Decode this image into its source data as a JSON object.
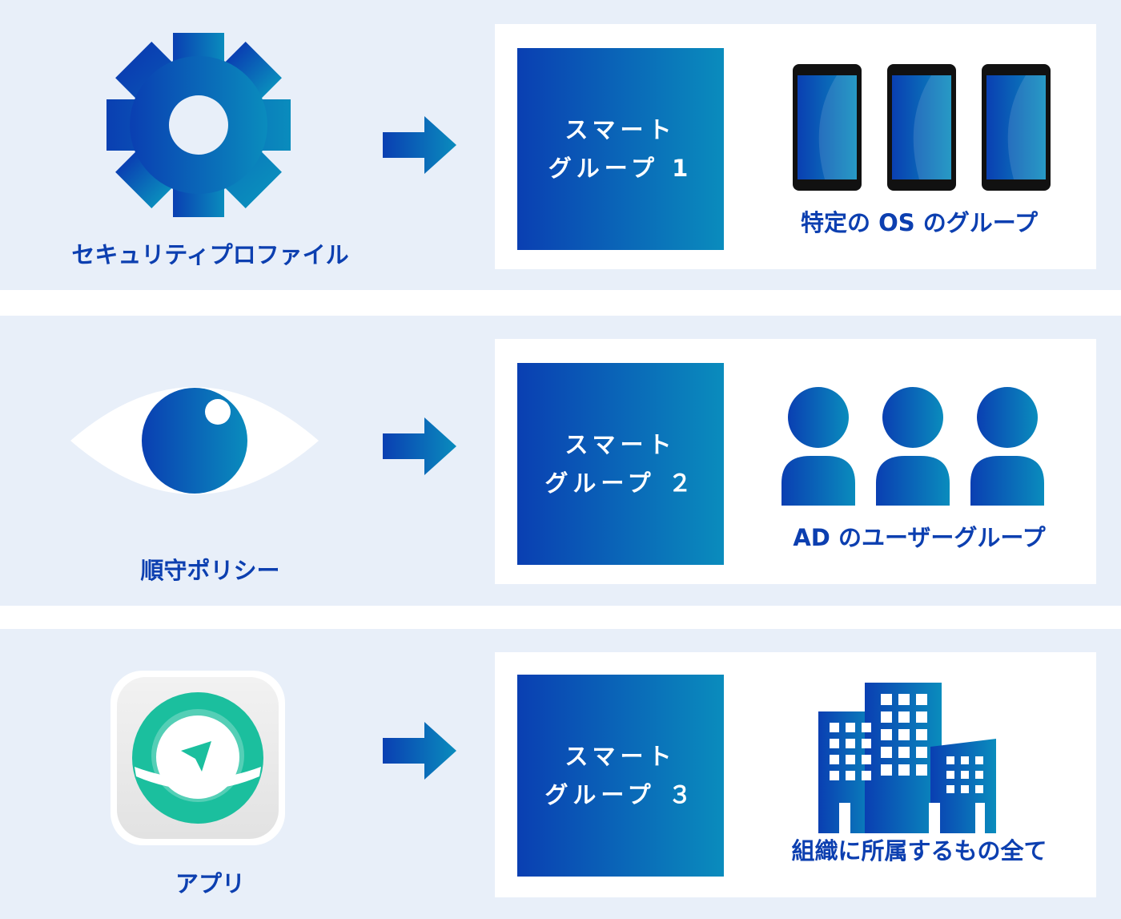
{
  "colors": {
    "band_background": "#e8eff9",
    "label_blue": "#0c3fb0",
    "gradient_start": "#0a3fb2",
    "gradient_end": "#0a8cbd",
    "app_green": "#1bbf9e"
  },
  "rows": [
    {
      "left_icon": "gear-icon",
      "left_label": "セキュリティプロファイル",
      "arrow_icon": "arrow-right-icon",
      "smart_group": {
        "line1": "スマート",
        "line2": "グループ 1"
      },
      "target_icon": "smartphones-icon",
      "target_label": "特定の OS のグループ"
    },
    {
      "left_icon": "eye-icon",
      "left_label": "順守ポリシー",
      "arrow_icon": "arrow-right-icon",
      "smart_group": {
        "line1": "スマート",
        "line2": "グループ ２"
      },
      "target_icon": "users-icon",
      "target_label": "AD のユーザーグループ"
    },
    {
      "left_icon": "app-icon",
      "left_label": "アプリ",
      "arrow_icon": "arrow-right-icon",
      "smart_group": {
        "line1": "スマート",
        "line2": "グループ ３"
      },
      "target_icon": "buildings-icon",
      "target_label": "組織に所属するもの全て"
    }
  ]
}
